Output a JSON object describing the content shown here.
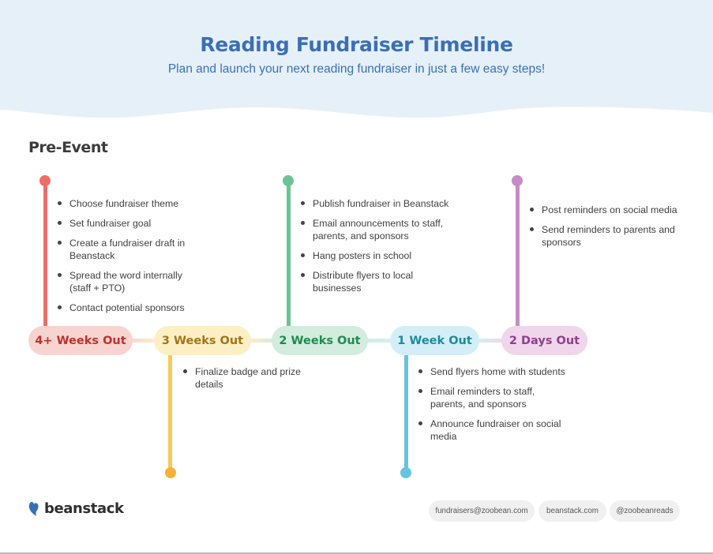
{
  "header": {
    "title": "Reading Fundraiser Timeline",
    "subtitle": "Plan and launch your next reading fundraiser in just a few easy steps!",
    "background_color": "#e6f0f9",
    "title_color": "#3a6fb5"
  },
  "section": {
    "title": "Pre-Event"
  },
  "timeline": {
    "stages": [
      {
        "label": "4+ Weeks Out",
        "position": "above",
        "line_color": "#ec6f66",
        "pill_bg": "#f8d4d1",
        "pill_text_color": "#c0302c",
        "tasks": [
          "Choose fundraiser theme",
          "Set fundraiser goal",
          "Create a fundraiser draft in Beanstack",
          "Spread the word internally (staff + PTO)",
          "Contact potential sponsors"
        ]
      },
      {
        "label": "3 Weeks Out",
        "position": "below",
        "line_color": "#f9c95a",
        "dot_color": "#f7b334",
        "pill_bg": "#fcefc4",
        "pill_text_color": "#a4741a",
        "tasks": [
          "Finalize badge and prize details"
        ]
      },
      {
        "label": "2 Weeks Out",
        "position": "above",
        "line_color": "#6cc496",
        "pill_bg": "#d2ecdd",
        "pill_text_color": "#1f8a51",
        "tasks": [
          "Publish fundraiser in Beanstack",
          "Email announcements to staff, parents, and sponsors",
          "Hang posters in school",
          "Distribute flyers to local businesses"
        ]
      },
      {
        "label": "1 Week Out",
        "position": "below",
        "line_color": "#63c5e0",
        "pill_bg": "#d3eef7",
        "pill_text_color": "#1c8a9c",
        "tasks": [
          "Send flyers home with students",
          "Email reminders to staff, parents, and sponsors",
          "Announce fundraiser on social media"
        ]
      },
      {
        "label": "2 Days Out",
        "position": "above",
        "line_color": "#c48cc4",
        "pill_bg": "#f0d6ea",
        "pill_text_color": "#8e3f8e",
        "tasks": [
          "Post reminders on social media",
          "Send reminders to parents and sponsors"
        ]
      }
    ]
  },
  "footer": {
    "logo_icon": "heart-bean-icon",
    "logo_text": "beanstack",
    "logo_color": "#3a6fb5",
    "contacts": [
      "fundraisers@zoobean.com",
      "beanstack.com",
      "@zoobeanreads"
    ]
  }
}
